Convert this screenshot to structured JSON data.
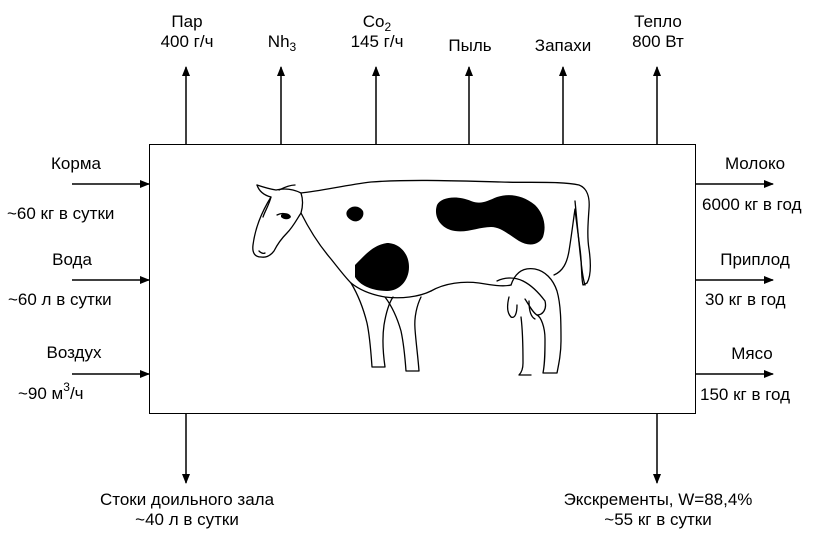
{
  "outputs_top": [
    {
      "name": "Пар",
      "value": "400 г/ч"
    },
    {
      "name": "Nh",
      "sub": "3",
      "value": ""
    },
    {
      "name": "Co",
      "sub": "2",
      "value": "145 г/ч"
    },
    {
      "name": "Пыль",
      "value": ""
    },
    {
      "name": "Запахи",
      "value": ""
    },
    {
      "name": "Тепло",
      "value": "800 Вт"
    }
  ],
  "inputs_left": [
    {
      "name": "Корма",
      "value": "~60 кг в сутки"
    },
    {
      "name": "Вода",
      "value": "~60 л в сутки"
    },
    {
      "name": "Воздух",
      "value_prefix": "~90 м",
      "value_sup": "3",
      "value_suffix": "/ч"
    }
  ],
  "outputs_right": [
    {
      "name": "Молоко",
      "value": "6000 кг в год"
    },
    {
      "name": "Приплод",
      "value": "30 кг в год"
    },
    {
      "name": "Мясо",
      "value": "150 кг в год"
    }
  ],
  "outputs_bottom": [
    {
      "name": "Стоки доильного зала",
      "value": "~40 л в сутки"
    },
    {
      "name": "Экскременты, W=88,4%",
      "value": "~55 кг в сутки"
    }
  ]
}
